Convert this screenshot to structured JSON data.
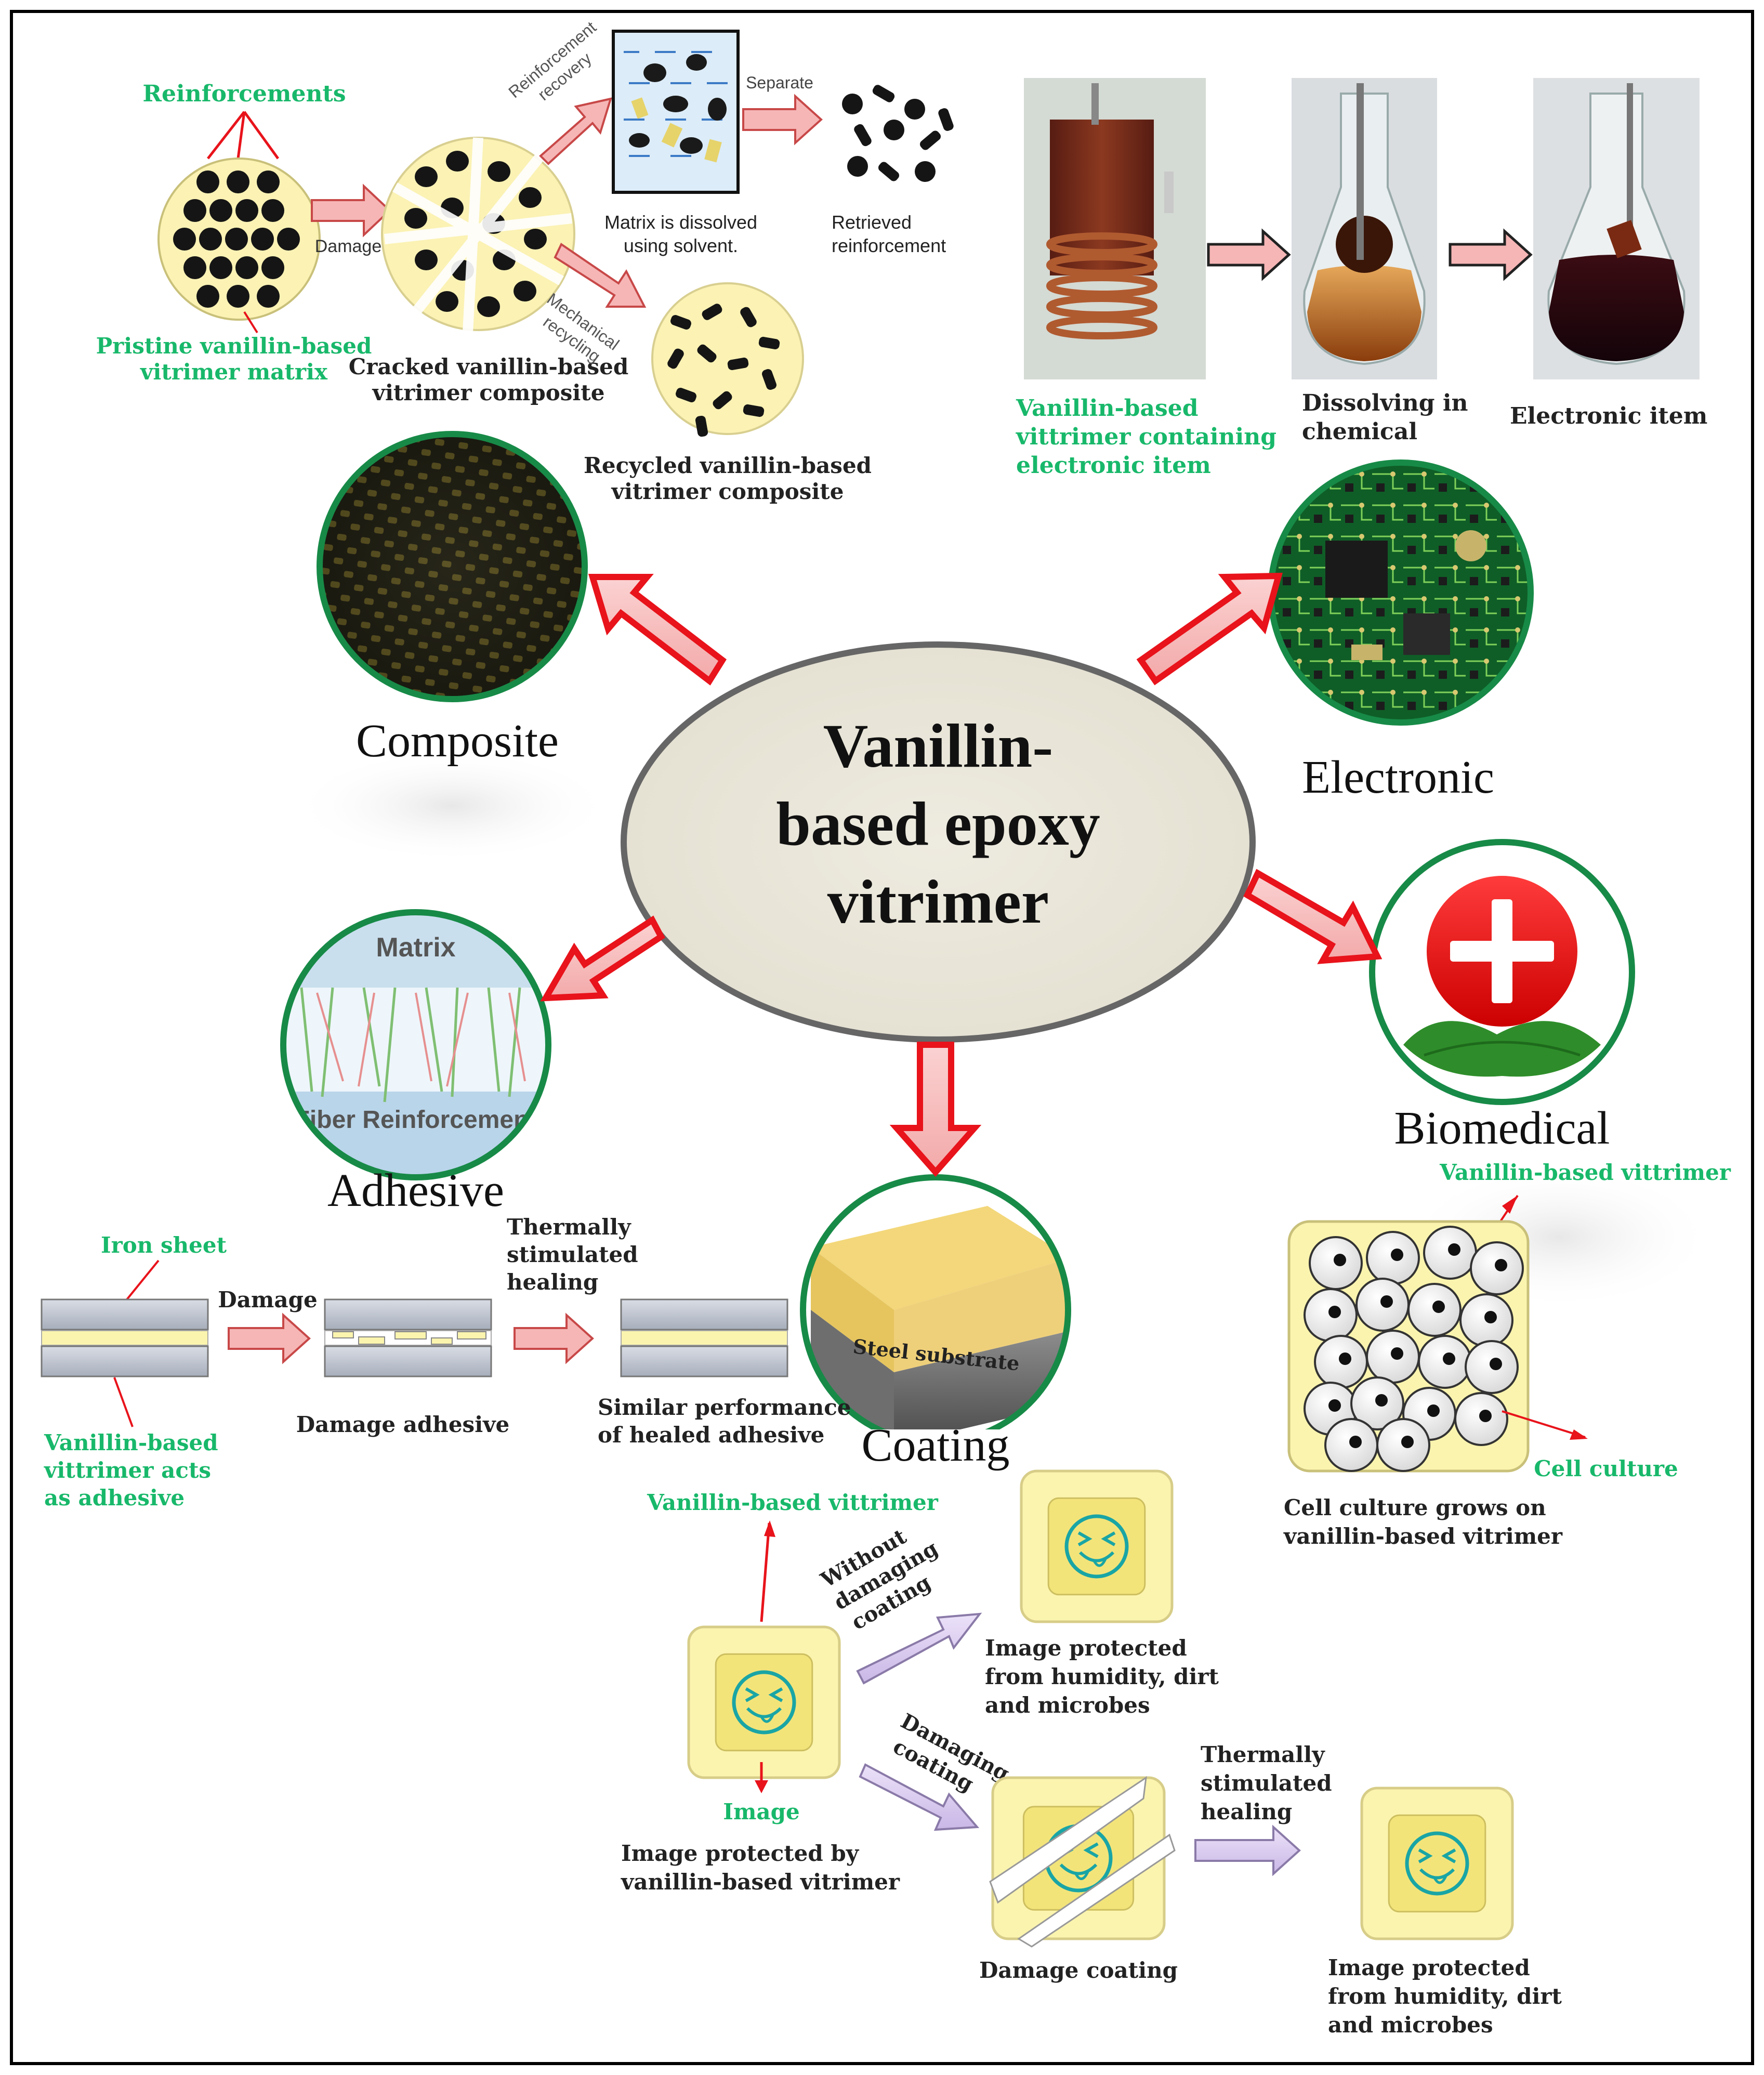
{
  "center": {
    "line1": "Vanillin-",
    "line2": "based epoxy",
    "line3": "vitrimer"
  },
  "applications": {
    "composite": "Composite",
    "electronic": "Electronic",
    "adhesive": "Adhesive",
    "coating": "Coating",
    "biomedical": "Biomedical"
  },
  "composite_panel": {
    "reinforcements": "Reinforcements",
    "pristine_1": "Pristine vanillin-based",
    "pristine_2": "vitrimer matrix",
    "damage": "Damage",
    "cracked_1": "Cracked vanillin-based",
    "cracked_2": "vitrimer composite",
    "reinforcement_recovery_1": "Reinforcement",
    "reinforcement_recovery_2": "recovery",
    "mechanical_recycling_1": "Mechanical",
    "mechanical_recycling_2": "recycling",
    "separate": "Separate",
    "matrix_dissolved_1": "Matrix is dissolved",
    "matrix_dissolved_2": "using solvent.",
    "retrieved_1": "Retrieved",
    "retrieved_2": "reinforcement",
    "recycled_1": "Recycled vanillin-based",
    "recycled_2": "vitrimer composite"
  },
  "electronic_panel": {
    "vitrimer_item_1": "Vanillin-based",
    "vitrimer_item_2": "vittrimer containing",
    "vitrimer_item_3": "electronic item",
    "dissolving_1": "Dissolving in",
    "dissolving_2": "chemical",
    "electronic_item": "Electronic item"
  },
  "adhesive_inset": {
    "top": "Matrix",
    "bottom": "Fiber Reinforcement"
  },
  "coating_inset": {
    "substrate": "Steel substrate"
  },
  "adhesive_panel": {
    "iron_sheet": "Iron sheet",
    "damage": "Damage",
    "thermally_1": "Thermally",
    "thermally_2": "stimulated",
    "thermally_3": "healing",
    "acts_1": "Vanillin-based",
    "acts_2": "vittrimer acts",
    "acts_3": "as adhesive",
    "damage_adhesive": "Damage adhesive",
    "similar_1": "Similar performance",
    "similar_2": "of healed adhesive"
  },
  "biomedical_panel": {
    "vitrimer": "Vanillin-based vittrimer",
    "cell_culture": "Cell culture",
    "grows_1": "Cell culture grows on",
    "grows_2": "vanillin-based vitrimer"
  },
  "coating_panel": {
    "vitrimer": "Vanillin-based vittrimer",
    "image": "Image",
    "protected_by_1": "Image protected by",
    "protected_by_2": "vanillin-based vitrimer",
    "without_1": "Without",
    "without_2": "damaging",
    "without_3": "coating",
    "protected_1_1": "Image protected",
    "protected_1_2": "from humidity, dirt",
    "protected_1_3": "and microbes",
    "damaging_1": "Damaging",
    "damaging_2": "coating",
    "damage_coating": "Damage coating",
    "thermally_1": "Thermally",
    "thermally_2": "stimulated",
    "thermally_3": "healing",
    "protected_2_1": "Image protected",
    "protected_2_2": "from humidity, dirt",
    "protected_2_3": "and microbes"
  },
  "colors": {
    "green_label": "#18b86a",
    "red_arrow": "#e8131b",
    "pink_fill": "#f6b6b6",
    "lavender_fill": "#d8c8ee",
    "yellow_panel": "#fbf4ae",
    "emoji_teal": "#1aa5a5"
  }
}
